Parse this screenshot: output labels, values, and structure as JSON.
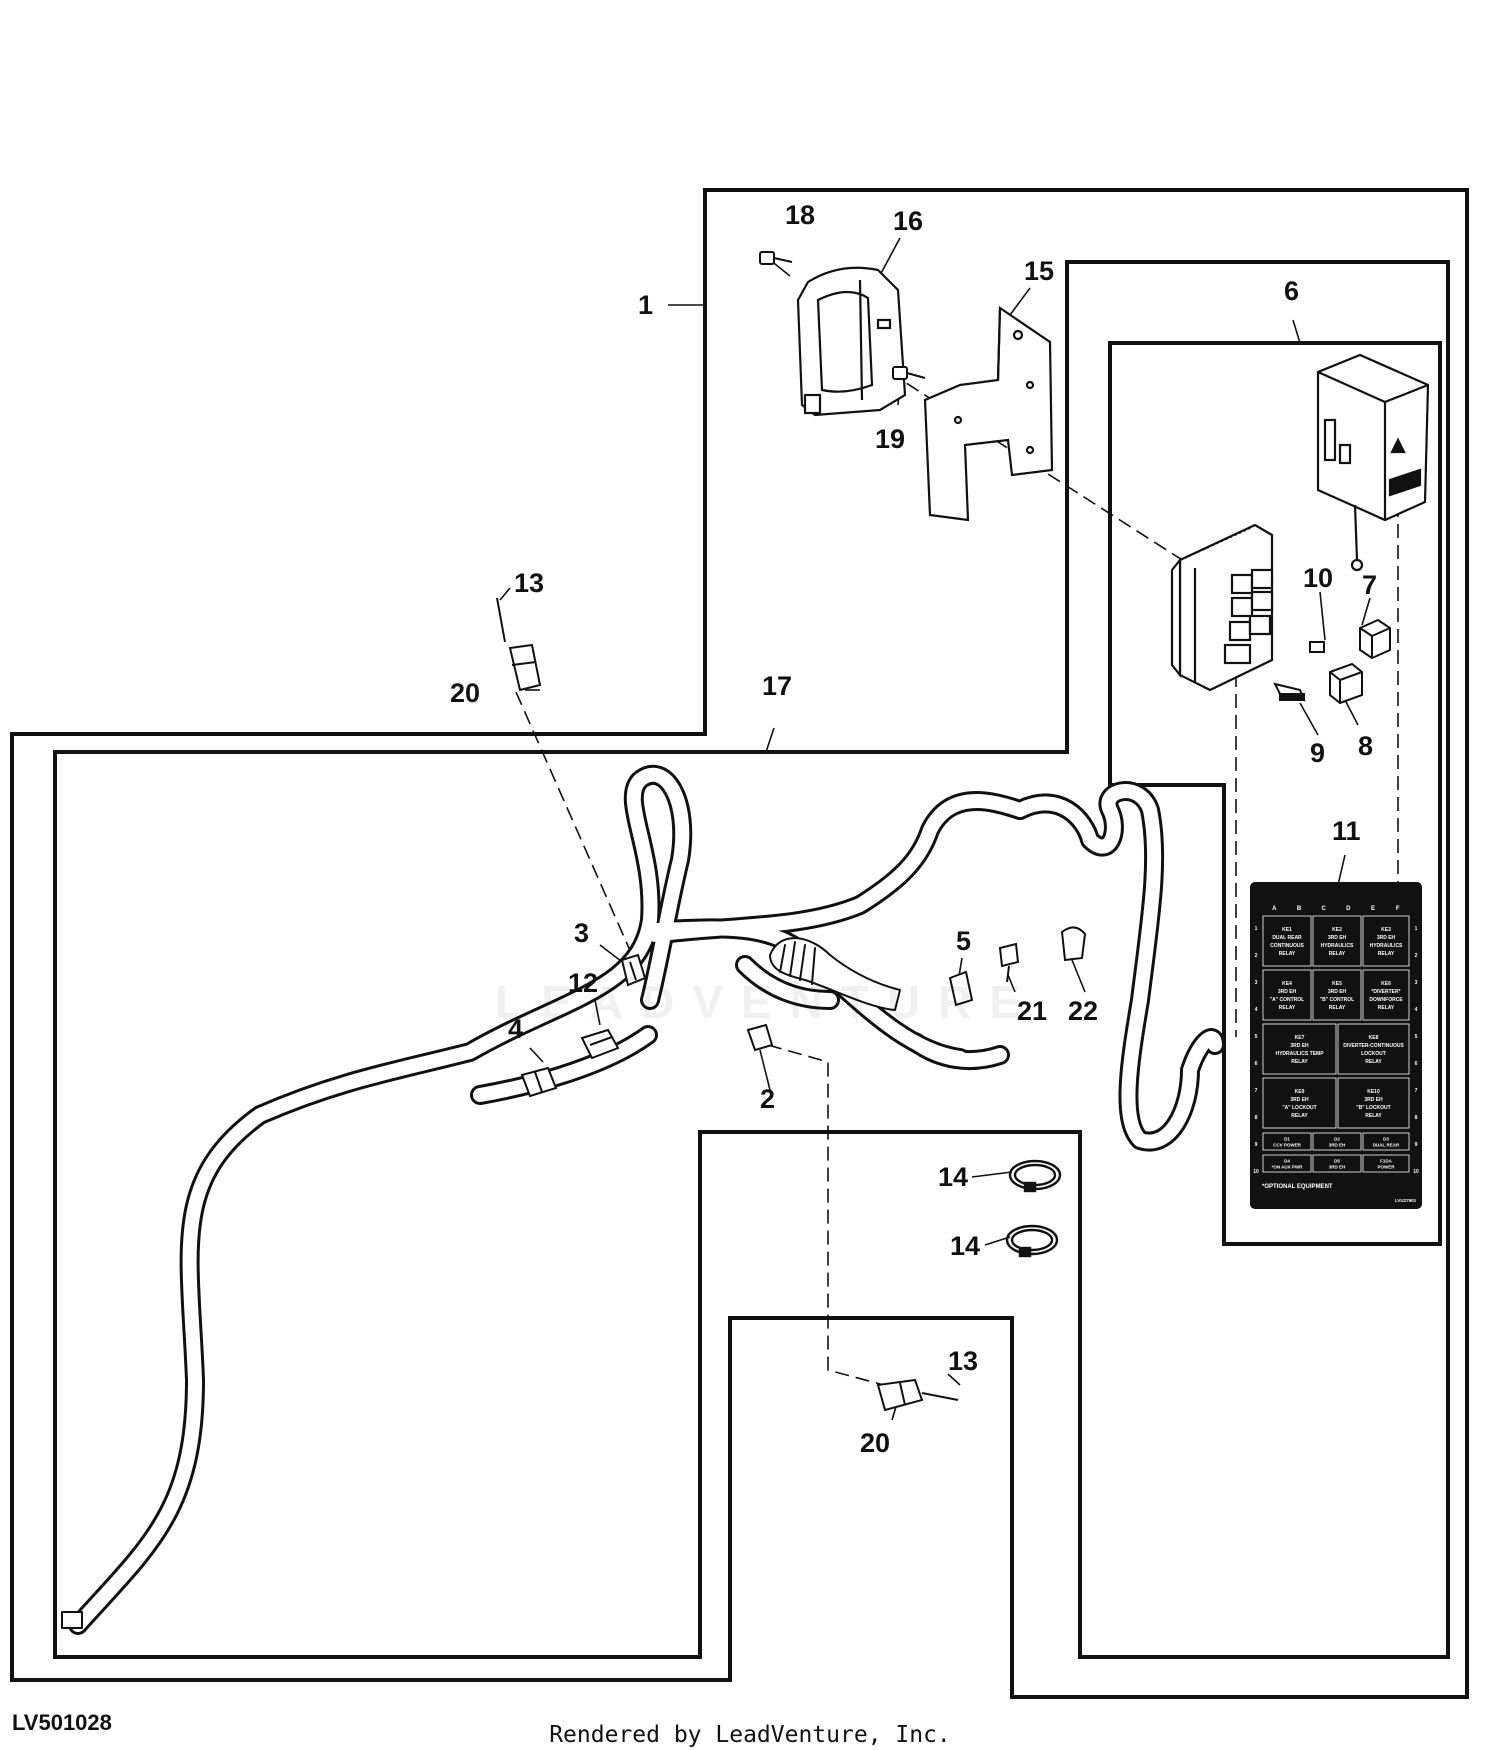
{
  "diagram": {
    "drawing_id": "LV501028",
    "render_credit": "Rendered by LeadVenture, Inc.",
    "watermark": "LEADVENTURE",
    "callouts": [
      {
        "id": "c1",
        "text": "1"
      },
      {
        "id": "c2",
        "text": "2"
      },
      {
        "id": "c3",
        "text": "3"
      },
      {
        "id": "c4",
        "text": "4"
      },
      {
        "id": "c5",
        "text": "5"
      },
      {
        "id": "c6",
        "text": "6"
      },
      {
        "id": "c7",
        "text": "7"
      },
      {
        "id": "c8",
        "text": "8"
      },
      {
        "id": "c9",
        "text": "9"
      },
      {
        "id": "c10",
        "text": "10"
      },
      {
        "id": "c11",
        "text": "11"
      },
      {
        "id": "c12",
        "text": "12"
      },
      {
        "id": "c13a",
        "text": "13"
      },
      {
        "id": "c13b",
        "text": "13"
      },
      {
        "id": "c14a",
        "text": "14"
      },
      {
        "id": "c14b",
        "text": "14"
      },
      {
        "id": "c15",
        "text": "15"
      },
      {
        "id": "c16",
        "text": "16"
      },
      {
        "id": "c17",
        "text": "17"
      },
      {
        "id": "c18",
        "text": "18"
      },
      {
        "id": "c19",
        "text": "19"
      },
      {
        "id": "c20a",
        "text": "20"
      },
      {
        "id": "c20b",
        "text": "20"
      },
      {
        "id": "c21",
        "text": "21"
      },
      {
        "id": "c22",
        "text": "22"
      }
    ],
    "relay_label": {
      "column_letters": [
        "A",
        "B",
        "C",
        "D",
        "E",
        "F"
      ],
      "row_numbers": [
        "1",
        "2",
        "3",
        "4",
        "5",
        "6",
        "7",
        "8",
        "9",
        "10"
      ],
      "cells": [
        {
          "id": "k1",
          "text": [
            "KE1",
            "DUAL REAR",
            "CONTINUOUS",
            "RELAY"
          ]
        },
        {
          "id": "k2",
          "text": [
            "KE2",
            "3RD EH",
            "HYDRAULICS",
            "RELAY"
          ]
        },
        {
          "id": "k3",
          "text": [
            "KE3",
            "3RD EH",
            "HYDRAULICS",
            "RELAY"
          ]
        },
        {
          "id": "k4",
          "text": [
            "KE4",
            "3RD EH",
            "\"A\" CONTROL",
            "RELAY"
          ]
        },
        {
          "id": "k5",
          "text": [
            "KE5",
            "3RD EH",
            "\"B\" CONTROL",
            "RELAY"
          ]
        },
        {
          "id": "k6",
          "text": [
            "KE6",
            "*DIVERTER*",
            "DOWNFORCE",
            "RELAY"
          ]
        },
        {
          "id": "k7",
          "text": [
            "KE7",
            "3RD EH",
            "HYDRAULICS TEMP",
            "RELAY"
          ]
        },
        {
          "id": "k8",
          "text": [
            "KE8",
            "DIVERTER-CONTINUOUS",
            "LOCKOUT",
            "RELAY"
          ]
        },
        {
          "id": "k9",
          "text": [
            "KE9",
            "3RD EH",
            "\"A\" LOCKOUT",
            "RELAY"
          ]
        },
        {
          "id": "k10",
          "text": [
            "KE10",
            "3RD EH",
            "\"B\" LOCKOUT",
            "RELAY"
          ]
        },
        {
          "id": "d1",
          "text": [
            "D1",
            "CCV POWER"
          ]
        },
        {
          "id": "d2",
          "text": [
            "D2",
            "3RD EH"
          ]
        },
        {
          "id": "d3",
          "text": [
            "D3",
            "DUAL REAR"
          ]
        },
        {
          "id": "d4",
          "text": [
            "D4",
            "*ON AUX PWR"
          ]
        },
        {
          "id": "d5",
          "text": [
            "D5",
            "3RD EH"
          ]
        },
        {
          "id": "d6",
          "text": [
            "F1DA",
            "POWER"
          ]
        }
      ],
      "footnote": "*OPTIONAL EQUIPMENT",
      "part_code": "LVU27901"
    }
  }
}
